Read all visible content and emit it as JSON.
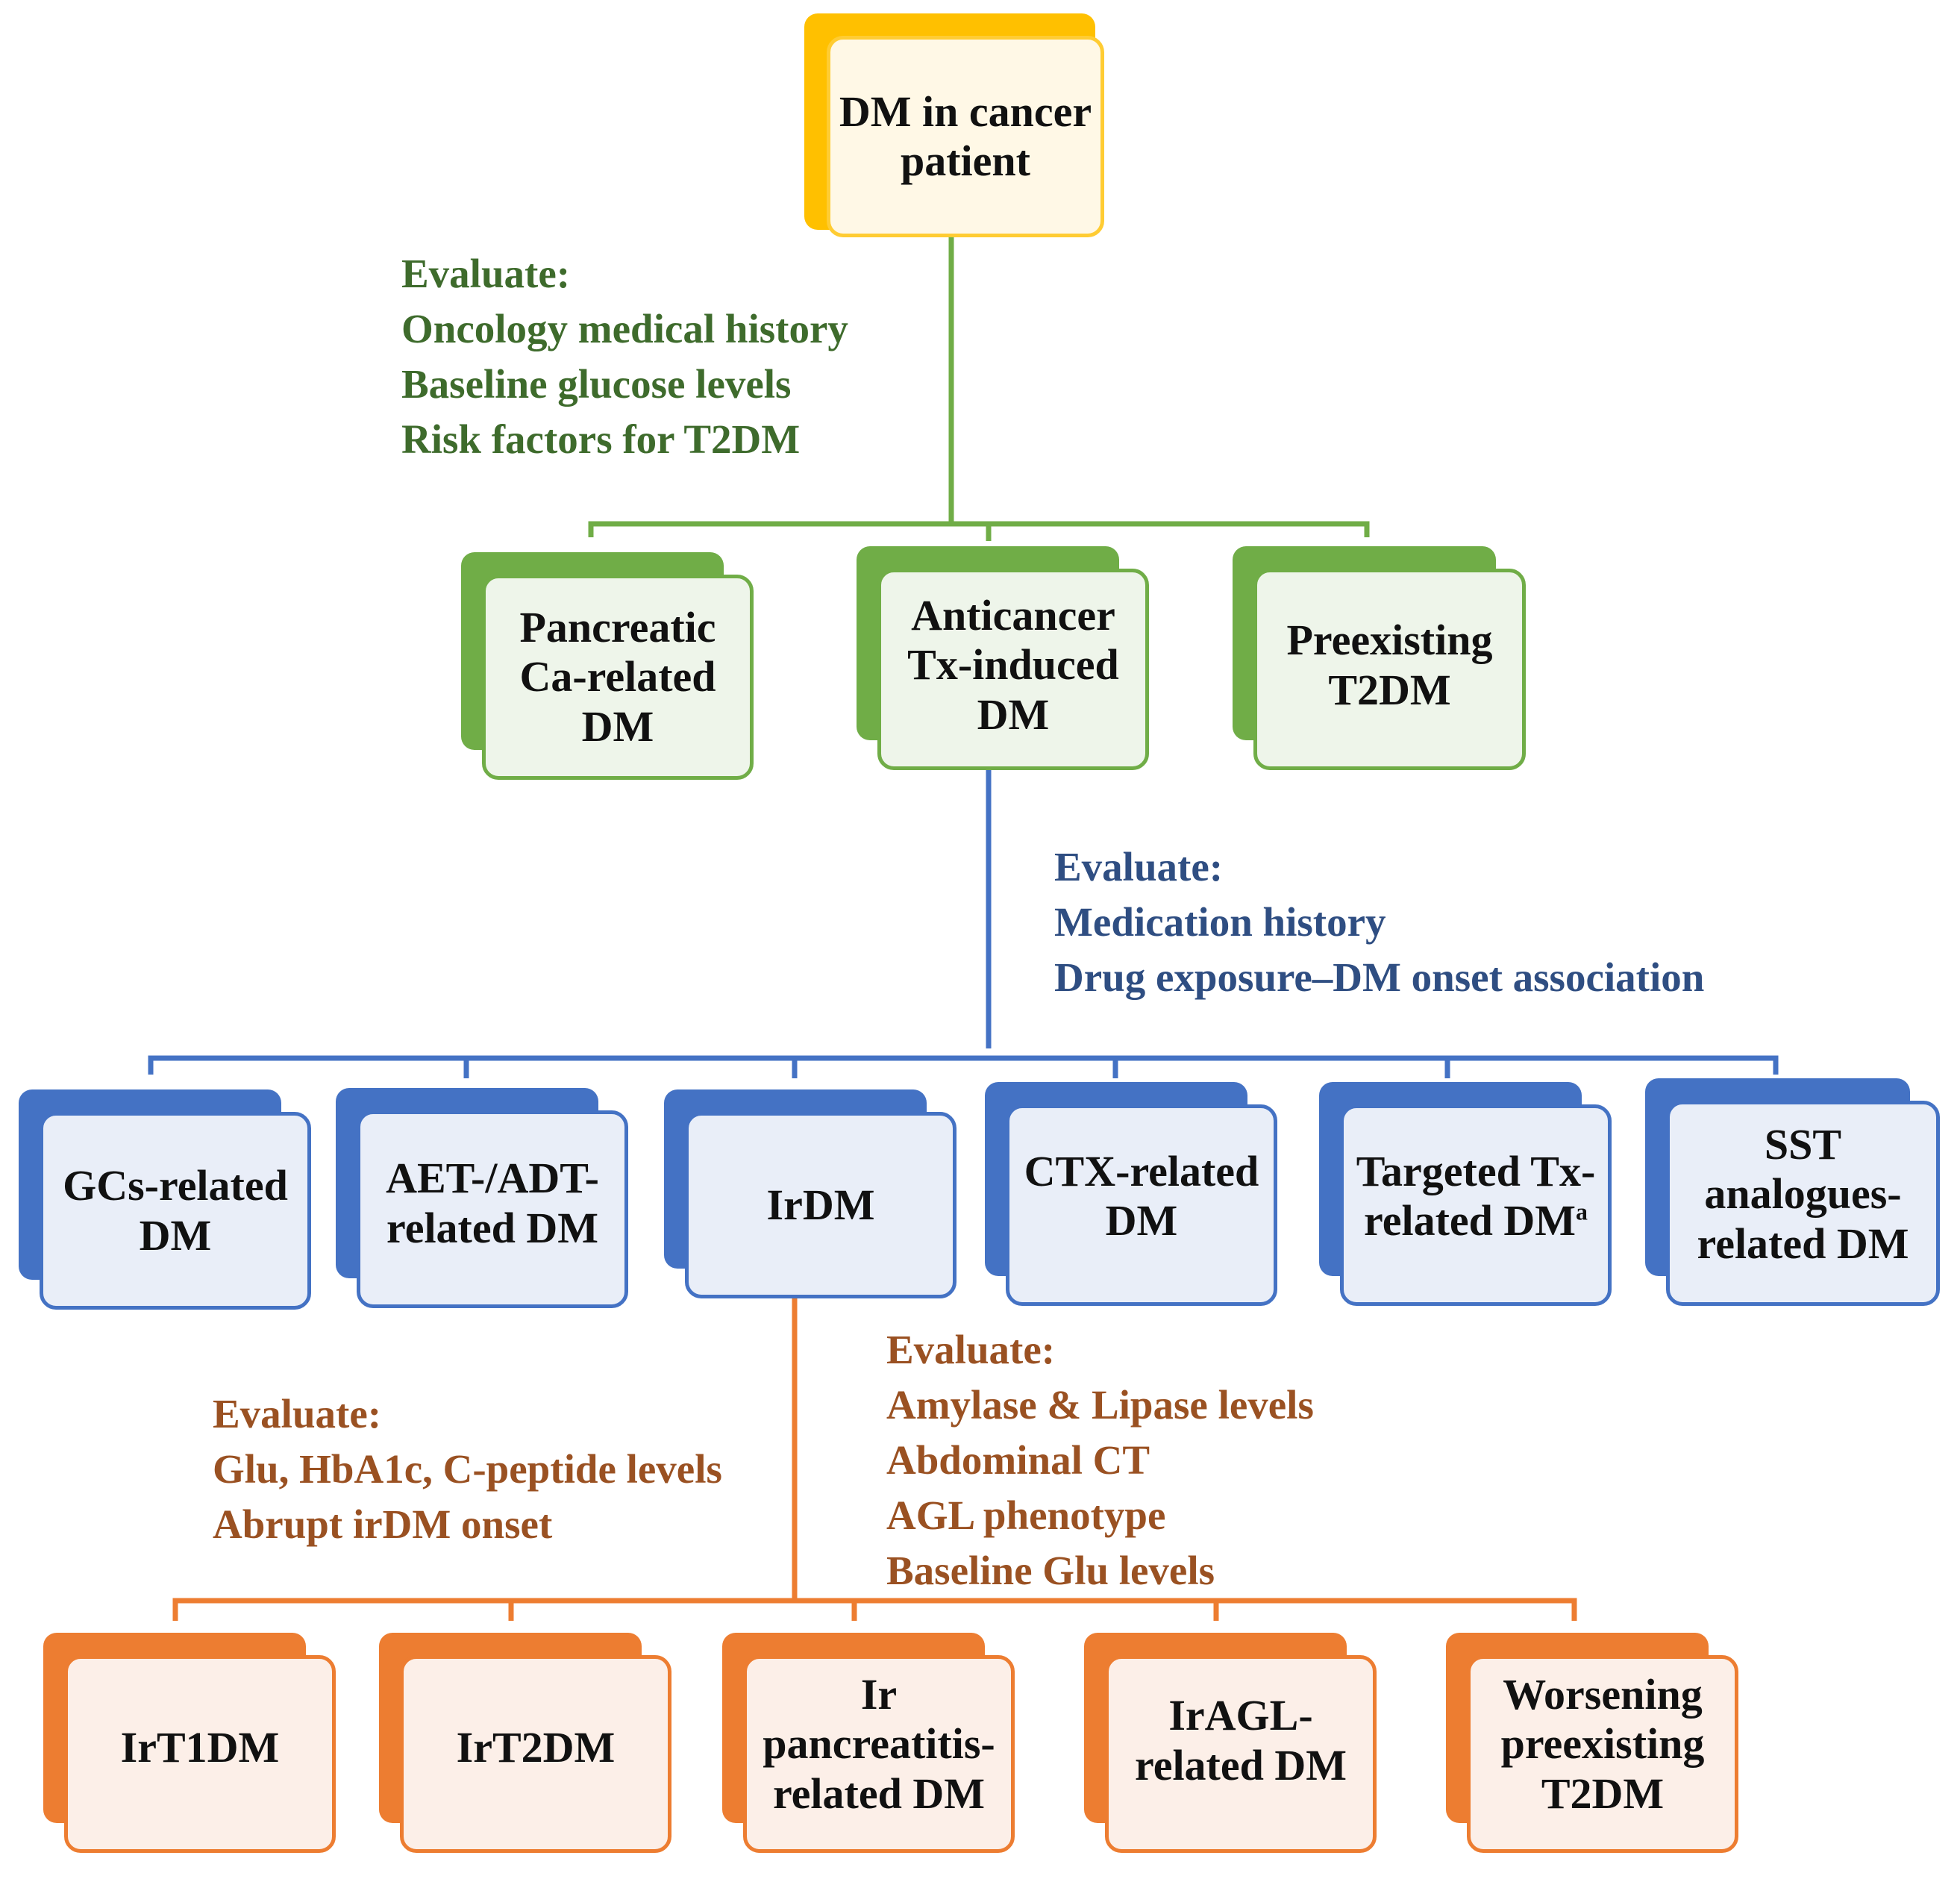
{
  "colors": {
    "yellow": "#ffc000",
    "yellow_fill": "#fff8e6",
    "yellow_border": "#ffcc33",
    "green": "#70ad47",
    "green_fill": "#eef5ea",
    "green_text": "#3e6b2c",
    "blue": "#4472c4",
    "blue_fill": "#e9eef8",
    "blue_text": "#2f4e82",
    "orange": "#ed7d31",
    "orange_fill": "#fcefe8",
    "orange_text": "#9a5122"
  },
  "root": {
    "label": "DM in cancer\npatient"
  },
  "evaluate_level1": {
    "heading": "Evaluate:",
    "items": [
      "Oncology medical history",
      "Baseline glucose levels",
      "Risk factors for T2DM"
    ]
  },
  "level1": [
    {
      "label": "Pancreatic\nCa-related\nDM"
    },
    {
      "label": "Anticancer\nTx-induced\nDM"
    },
    {
      "label": "Preexisting\nT2DM"
    }
  ],
  "evaluate_level2": {
    "heading": "Evaluate:",
    "items": [
      "Medication history",
      "Drug exposure–DM onset association"
    ]
  },
  "level2": [
    {
      "label": "GCs-related\nDM"
    },
    {
      "label": "AET-/ADT-\nrelated DM"
    },
    {
      "label": "IrDM"
    },
    {
      "label": "CTX-related\nDM"
    },
    {
      "label": "Targeted Tx-\nrelated DM",
      "superscript": "a"
    },
    {
      "label": "SST\nanalogues-\nrelated DM"
    }
  ],
  "evaluate_level3_left": {
    "heading": "Evaluate:",
    "items": [
      "Glu, HbA1c, C-peptide levels",
      "Abrupt irDM onset"
    ]
  },
  "evaluate_level3_right": {
    "heading": "Evaluate:",
    "items": [
      "Amylase & Lipase levels",
      "Abdominal CT",
      "AGL phenotype",
      "Baseline Glu levels"
    ]
  },
  "level3": [
    {
      "label": "IrT1DM"
    },
    {
      "label": "IrT2DM"
    },
    {
      "label": "Ir\npancreatitis-\nrelated DM"
    },
    {
      "label": "IrAGL-\nrelated DM"
    },
    {
      "label": "Worsening\npreexisting\nT2DM"
    }
  ]
}
